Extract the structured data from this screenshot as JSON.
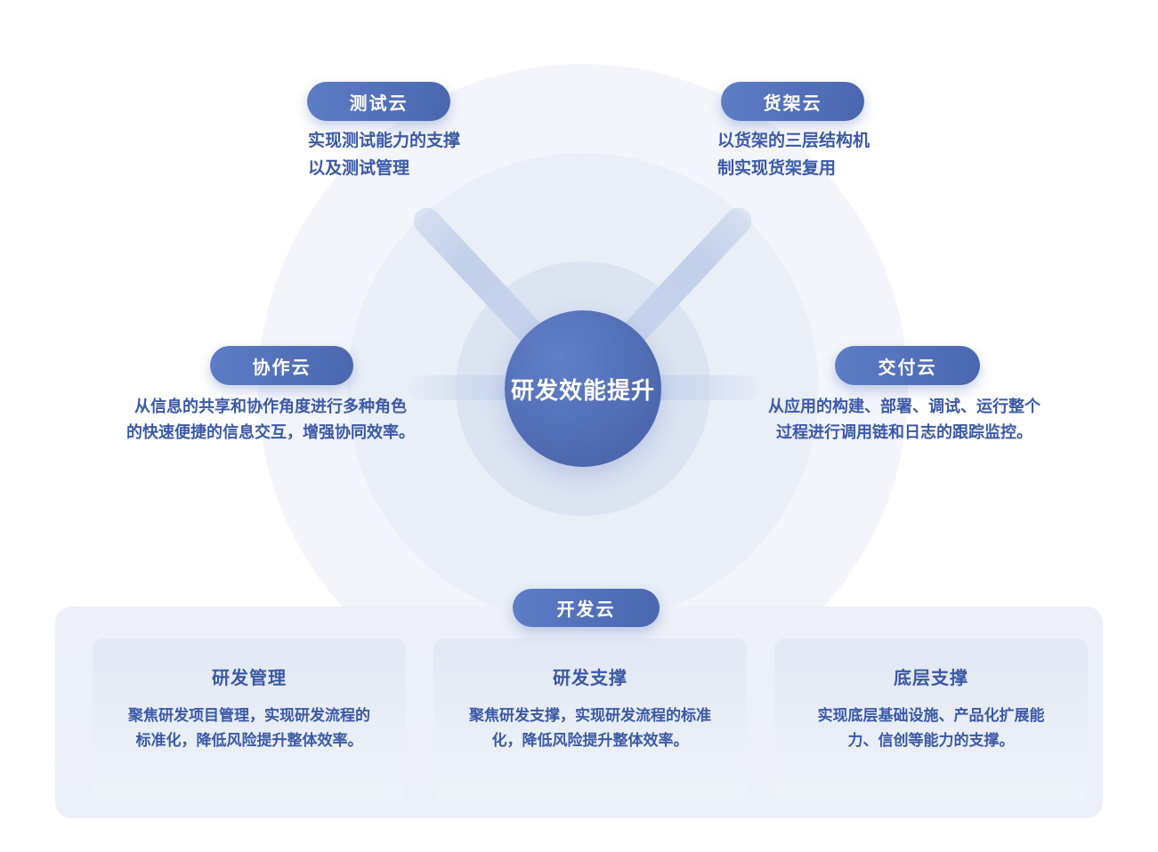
{
  "center": {
    "label": "研发效能提升"
  },
  "clouds": {
    "test": {
      "label": "测试云",
      "desc": "实现测试能力的支撑\n以及测试管理"
    },
    "shelf": {
      "label": "货架云",
      "desc": "以货架的三层结构机\n制实现货架复用"
    },
    "collab": {
      "label": "协作云",
      "desc": "从信息的共享和协作角度进行多种角色\n的快速便捷的信息交互，增强协同效率。"
    },
    "delivery": {
      "label": "交付云",
      "desc": "从应用的构建、部署、调试、运行整个\n过程进行调用链和日志的跟踪监控。"
    },
    "dev": {
      "label": "开发云"
    }
  },
  "dev_panel": {
    "cards": [
      {
        "title": "研发管理",
        "desc": "聚焦研发项目管理，实现研发流程的\n标准化，降低风险提升整体效率。"
      },
      {
        "title": "研发支撑",
        "desc": "聚焦研发支撑，实现研发流程的标准\n化，降低风险提升整体效率。"
      },
      {
        "title": "底层支撑",
        "desc": "实现底层基础设施、产品化扩展能\n力、信创等能力的支撑。"
      }
    ]
  },
  "colors": {
    "pill_blue": "#4e6cb5",
    "center_circle_blue": "#5372ba",
    "text_blue": "#3b59a8",
    "ring_inner": "#dce3f1",
    "ring_middle": "#e9eef7",
    "ring_outer": "#f3f5fb",
    "beam_blue": "#c5d1ea",
    "panel_bg": "#edf0f8",
    "card_bg": "#e6ebf6"
  }
}
